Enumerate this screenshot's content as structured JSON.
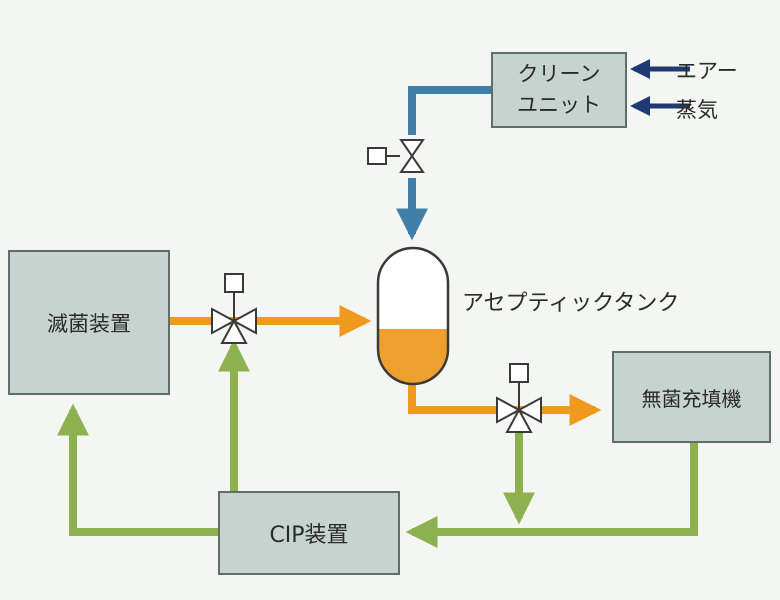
{
  "boxes": {
    "clean_unit_line1": "クリーン",
    "clean_unit_line2": "ユニット",
    "sterilizer": "滅菌装置",
    "aseptic_filler": "無菌充填機",
    "cip": "CIP装置"
  },
  "labels": {
    "air": "エアー",
    "steam": "蒸気",
    "aseptic_tank": "アセプティックタンク"
  },
  "colors": {
    "blue_line": "#3f7fa9",
    "orange_line": "#ef9a1f",
    "green_line": "#8cb14e",
    "navy_arrow": "#1f3a73",
    "tank_fill": "#eda12c",
    "box_fill": "#c7d3cf"
  }
}
